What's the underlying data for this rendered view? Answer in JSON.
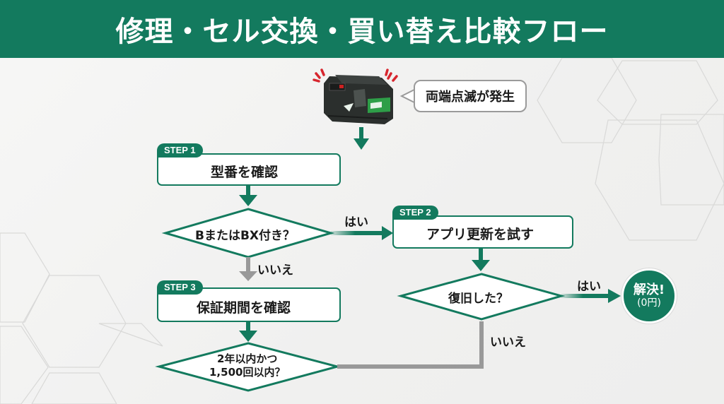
{
  "header": {
    "title": "修理・セル交換・買い替え比較フロー"
  },
  "colors": {
    "brand_green": "#137a5e",
    "no_gray": "#999999",
    "alert_red": "#d7262e",
    "background": "#f2f2f1"
  },
  "start": {
    "image": "battery-pack-image",
    "callout": "両端点滅が発生"
  },
  "steps": [
    {
      "tag": "STEP 1",
      "label": "型番を確認",
      "icon": "tag-search-icon"
    },
    {
      "tag": "STEP 2",
      "label": "アプリ更新を試す",
      "icon": "phone-refresh-icon"
    },
    {
      "tag": "STEP 3",
      "label": "保証期間を確認",
      "icon": "calendar-check-icon"
    }
  ],
  "decisions": [
    {
      "label": "BまたはBX付き？"
    },
    {
      "label": "復旧した？"
    },
    {
      "label_line1": "2年以内かつ",
      "label_line2": "1,500回以内？"
    }
  ],
  "branches": {
    "yes": "はい",
    "no": "いいえ"
  },
  "result": {
    "line1": "解決!",
    "line2": "(0円)"
  }
}
